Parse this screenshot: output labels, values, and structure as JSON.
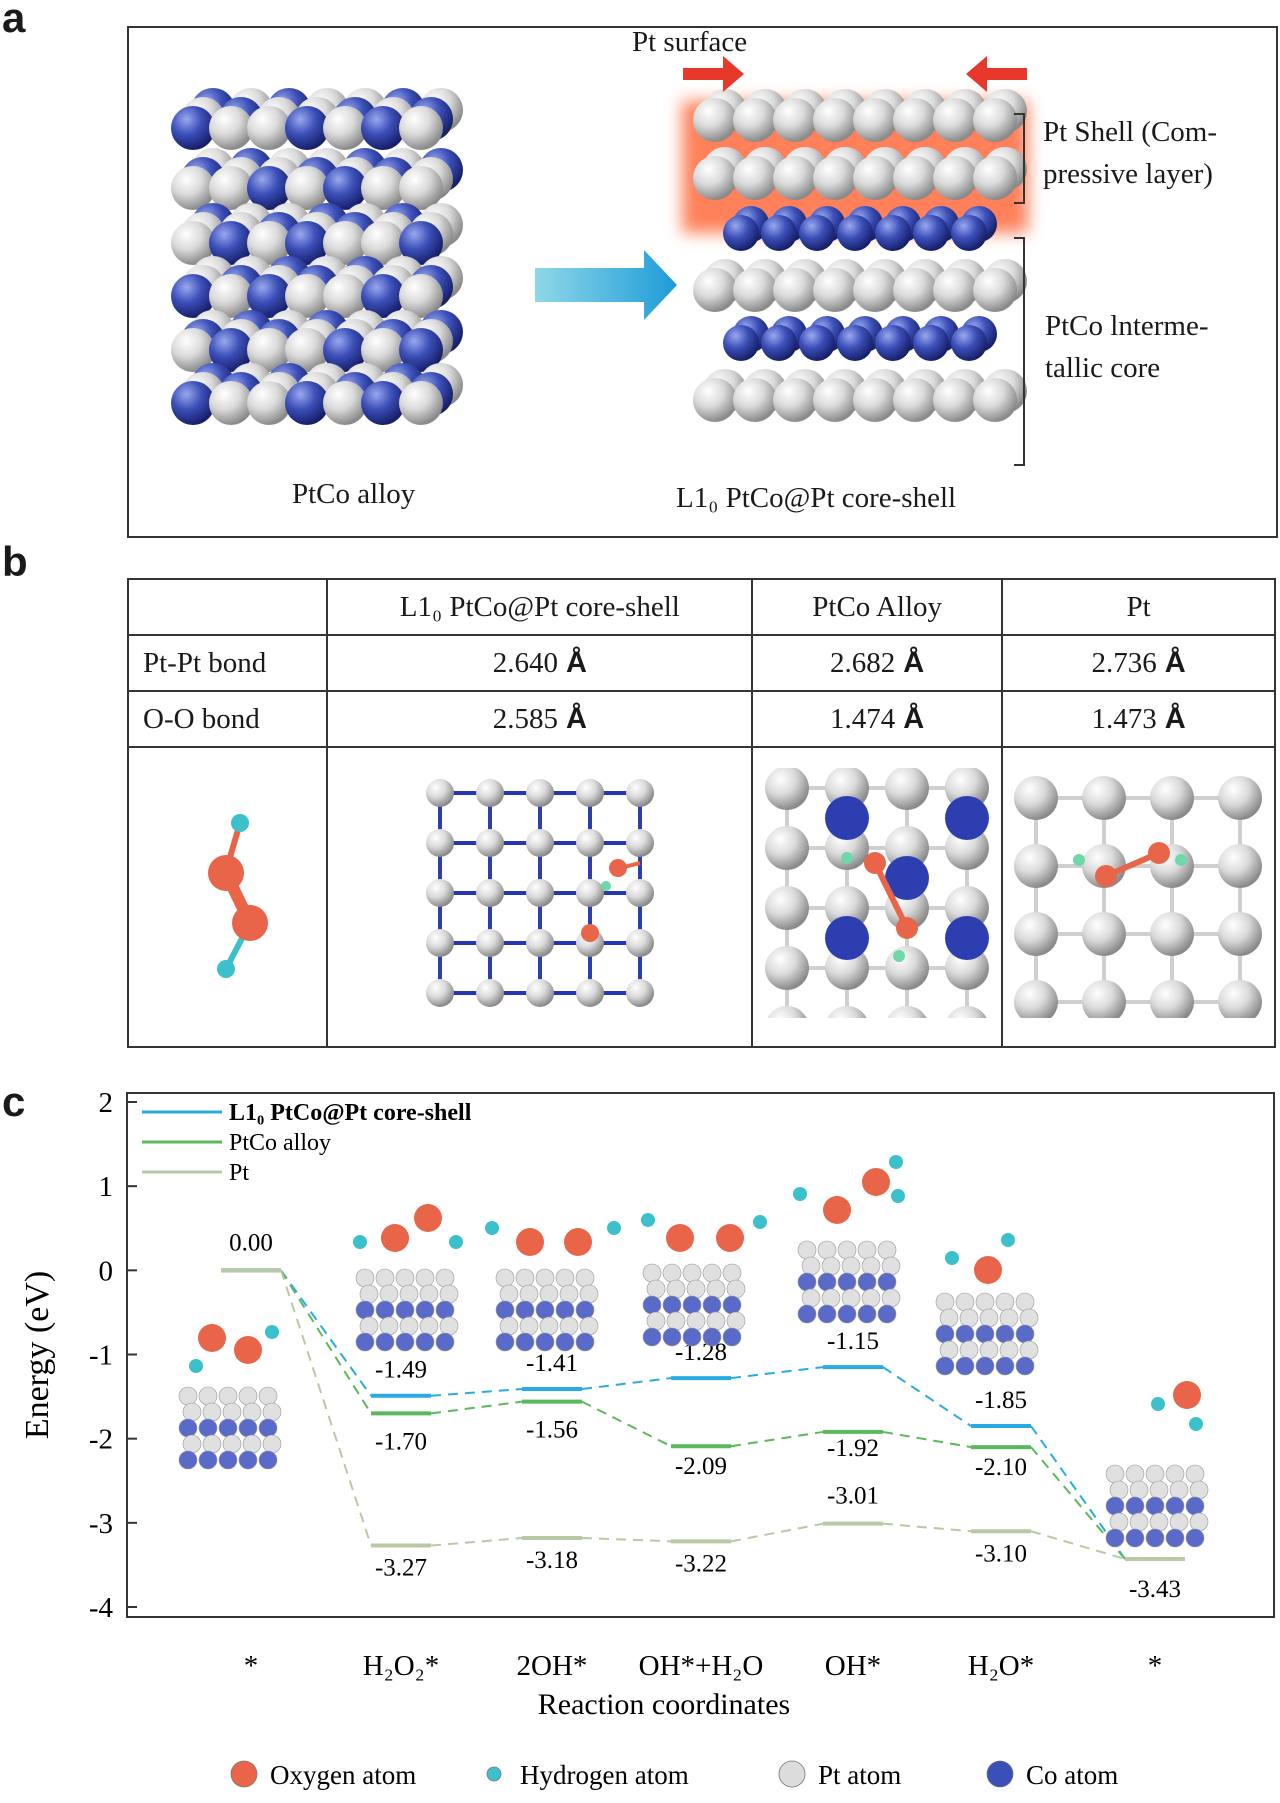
{
  "panels": {
    "a": "a",
    "b": "b",
    "c": "c"
  },
  "panel_a": {
    "left_caption": "PtCo alloy",
    "right_caption": "L1₀ PtCo@Pt core-shell",
    "surface_label": "Pt surface",
    "shell_label_1": "Pt Shell (Com-",
    "shell_label_2": "pressive layer)",
    "core_label_1": "PtCo lnterme-",
    "core_label_2": "tallic core"
  },
  "panel_b": {
    "headers": [
      "",
      "L1₀ PtCo@Pt core-shell",
      "PtCo Alloy",
      "Pt"
    ],
    "rows": [
      {
        "label": "Pt-Pt bond",
        "values": [
          "2.640",
          "2.682",
          "2.736"
        ]
      },
      {
        "label": "O-O bond",
        "values": [
          "2.585",
          "1.474",
          "1.473"
        ]
      }
    ],
    "unit": "Å"
  },
  "chart_data": {
    "type": "line",
    "xlabel": "Reaction coordinates",
    "ylabel": "Energy (eV)",
    "ylim": [
      -4,
      2
    ],
    "yticks": [
      "2",
      "1",
      "0",
      "-1",
      "-2",
      "-3",
      "-4"
    ],
    "categories": [
      "*",
      "H₂O₂*",
      "2OH*",
      "OH*+H₂O",
      "OH*",
      "H₂O*",
      "*"
    ],
    "series": [
      {
        "name": "L1₀ PtCo@Pt core-shell",
        "color": "#29abe2",
        "values": [
          0.0,
          -1.49,
          -1.41,
          -1.28,
          -1.15,
          -1.85,
          -3.43
        ],
        "labels": [
          "0.00",
          "-1.49",
          "-1.41",
          "-1.28",
          "-1.15",
          "-1.85",
          "-3.43"
        ]
      },
      {
        "name": "PtCo alloy",
        "color": "#5cb85c",
        "values": [
          0.0,
          -1.7,
          -1.56,
          -2.09,
          -1.92,
          -2.1,
          -3.43
        ],
        "labels": [
          "",
          "-1.70",
          "-1.56",
          "-2.09",
          "-1.92",
          "-2.10",
          ""
        ]
      },
      {
        "name": "Pt",
        "color": "#b8c9a4",
        "values": [
          0.0,
          -3.27,
          -3.18,
          -3.22,
          -3.01,
          -3.1,
          -3.43
        ],
        "labels": [
          "",
          "-3.27",
          "-3.18",
          "-3.22",
          "-3.01",
          "-3.10",
          ""
        ]
      }
    ],
    "legend_position": "top-left"
  },
  "atom_legend": [
    {
      "label": "Oxygen atom",
      "color": "#e8654a"
    },
    {
      "label": "Hydrogen atom",
      "color": "#3cc1cc"
    },
    {
      "label": "Pt atom",
      "color": "#dcdcdc"
    },
    {
      "label": "Co atom",
      "color": "#3b4fb8"
    }
  ]
}
